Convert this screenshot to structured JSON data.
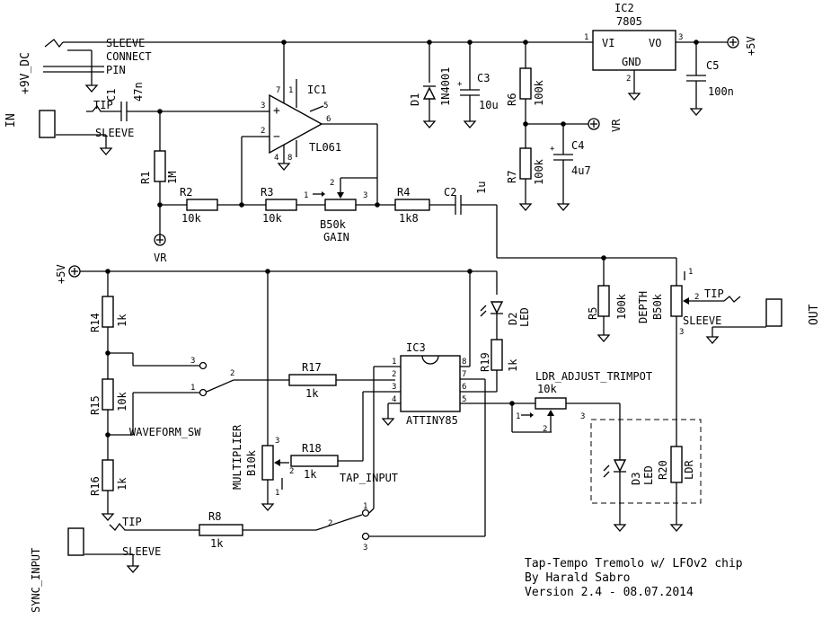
{
  "labels": {
    "in_tag": "IN",
    "dc_tag": "+9V_DC",
    "dc_sleeve": "SLEEVE",
    "dc_connect": "CONNECT",
    "dc_pin": "PIN",
    "in_tip": "TIP",
    "in_sleeve": "SLEEVE",
    "c1": "C1",
    "c1_val": "47n",
    "ic1": "IC1",
    "ic1_part": "TL061",
    "ic1_pin7": "7",
    "ic1_pin1": "1",
    "ic1_pin5": "5",
    "ic1_pin6": "6",
    "ic1_pin3": "3",
    "ic1_pin2": "2",
    "ic1_pin4": "4",
    "ic1_pin8": "8",
    "r1": "R1",
    "r1_val": "1M",
    "vr_bottom": "VR",
    "r2": "R2",
    "r2_val": "10k",
    "r3": "R3",
    "r3_val": "10k",
    "gain_val": "B50k",
    "gain_name": "GAIN",
    "gain_p1": "1",
    "gain_p2": "2",
    "gain_p3": "3",
    "r4": "R4",
    "r4_val": "1k8",
    "c2": "C2",
    "c2_val": "1u",
    "d1": "D1",
    "d1_val": "1N4001",
    "c3": "C3",
    "c3_val": "10u",
    "r6": "R6",
    "r6_val": "100k",
    "vr_right": "VR",
    "c4": "C4",
    "c4_val": "4u7",
    "r7": "R7",
    "r7_val": "100k",
    "ic2": "IC2",
    "ic2_part": "7805",
    "ic2_vi": "VI",
    "ic2_vo": "VO",
    "ic2_gnd": "GND",
    "ic2_pin1": "1",
    "ic2_pin2": "2",
    "ic2_pin3": "3",
    "c5": "C5",
    "c5_val": "100n",
    "plus5v_top": "+5V",
    "plus5v_left": "+5V",
    "r5": "R5",
    "r5_val": "100k",
    "depth_val": "B50k",
    "depth_name": "DEPTH",
    "depth_p1": "1",
    "depth_p2": "2",
    "depth_p3": "3",
    "out_tip": "TIP",
    "out_sleeve": "SLEEVE",
    "out_tag": "OUT",
    "d2": "D2",
    "d2_val": "LED",
    "r19": "R19",
    "r19_val": "1k",
    "r14": "R14",
    "r14_val": "1k",
    "r15": "R15",
    "r15_val": "10k",
    "r16": "R16",
    "r16_val": "1k",
    "sw_p1": "1",
    "sw_p2": "2",
    "sw_p3": "3",
    "waveform_sw": "WAVEFORM_SW",
    "r17": "R17",
    "r17_val": "1k",
    "ic3": "IC3",
    "ic3_part": "ATTINY85",
    "ic3_p1": "1",
    "ic3_p2": "2",
    "ic3_p3": "3",
    "ic3_p4": "4",
    "ic3_p5": "5",
    "ic3_p6": "6",
    "ic3_p7": "7",
    "ic3_p8": "8",
    "mult_name": "MULTIPLIER",
    "mult_val": "B10k",
    "mult_p1": "1",
    "mult_p2": "2",
    "mult_p3": "3",
    "r18": "R18",
    "r18_val": "1k",
    "tap_input": "TAP_INPUT",
    "ldr_trim": "LDR_ADJUST_TRIMPOT",
    "ldr_trim_val": "10k",
    "trim_p1": "1",
    "trim_p2": "2",
    "trim_p3": "3",
    "d3": "D3",
    "d3_val": "LED",
    "r20": "R20",
    "r20_val": "LDR",
    "sync_tip": "TIP",
    "sync_sleeve": "SLEEVE",
    "sync_input": "SYNC_INPUT",
    "r8": "R8",
    "r8_val": "1k",
    "sw2_p1": "1",
    "sw2_p2": "2",
    "sw2_p3": "3",
    "title_line1": "Tap-Tempo Tremolo w/ LFOv2 chip",
    "title_line2": "By Harald Sabro",
    "title_line3": "Version 2.4 - 08.07.2014"
  }
}
